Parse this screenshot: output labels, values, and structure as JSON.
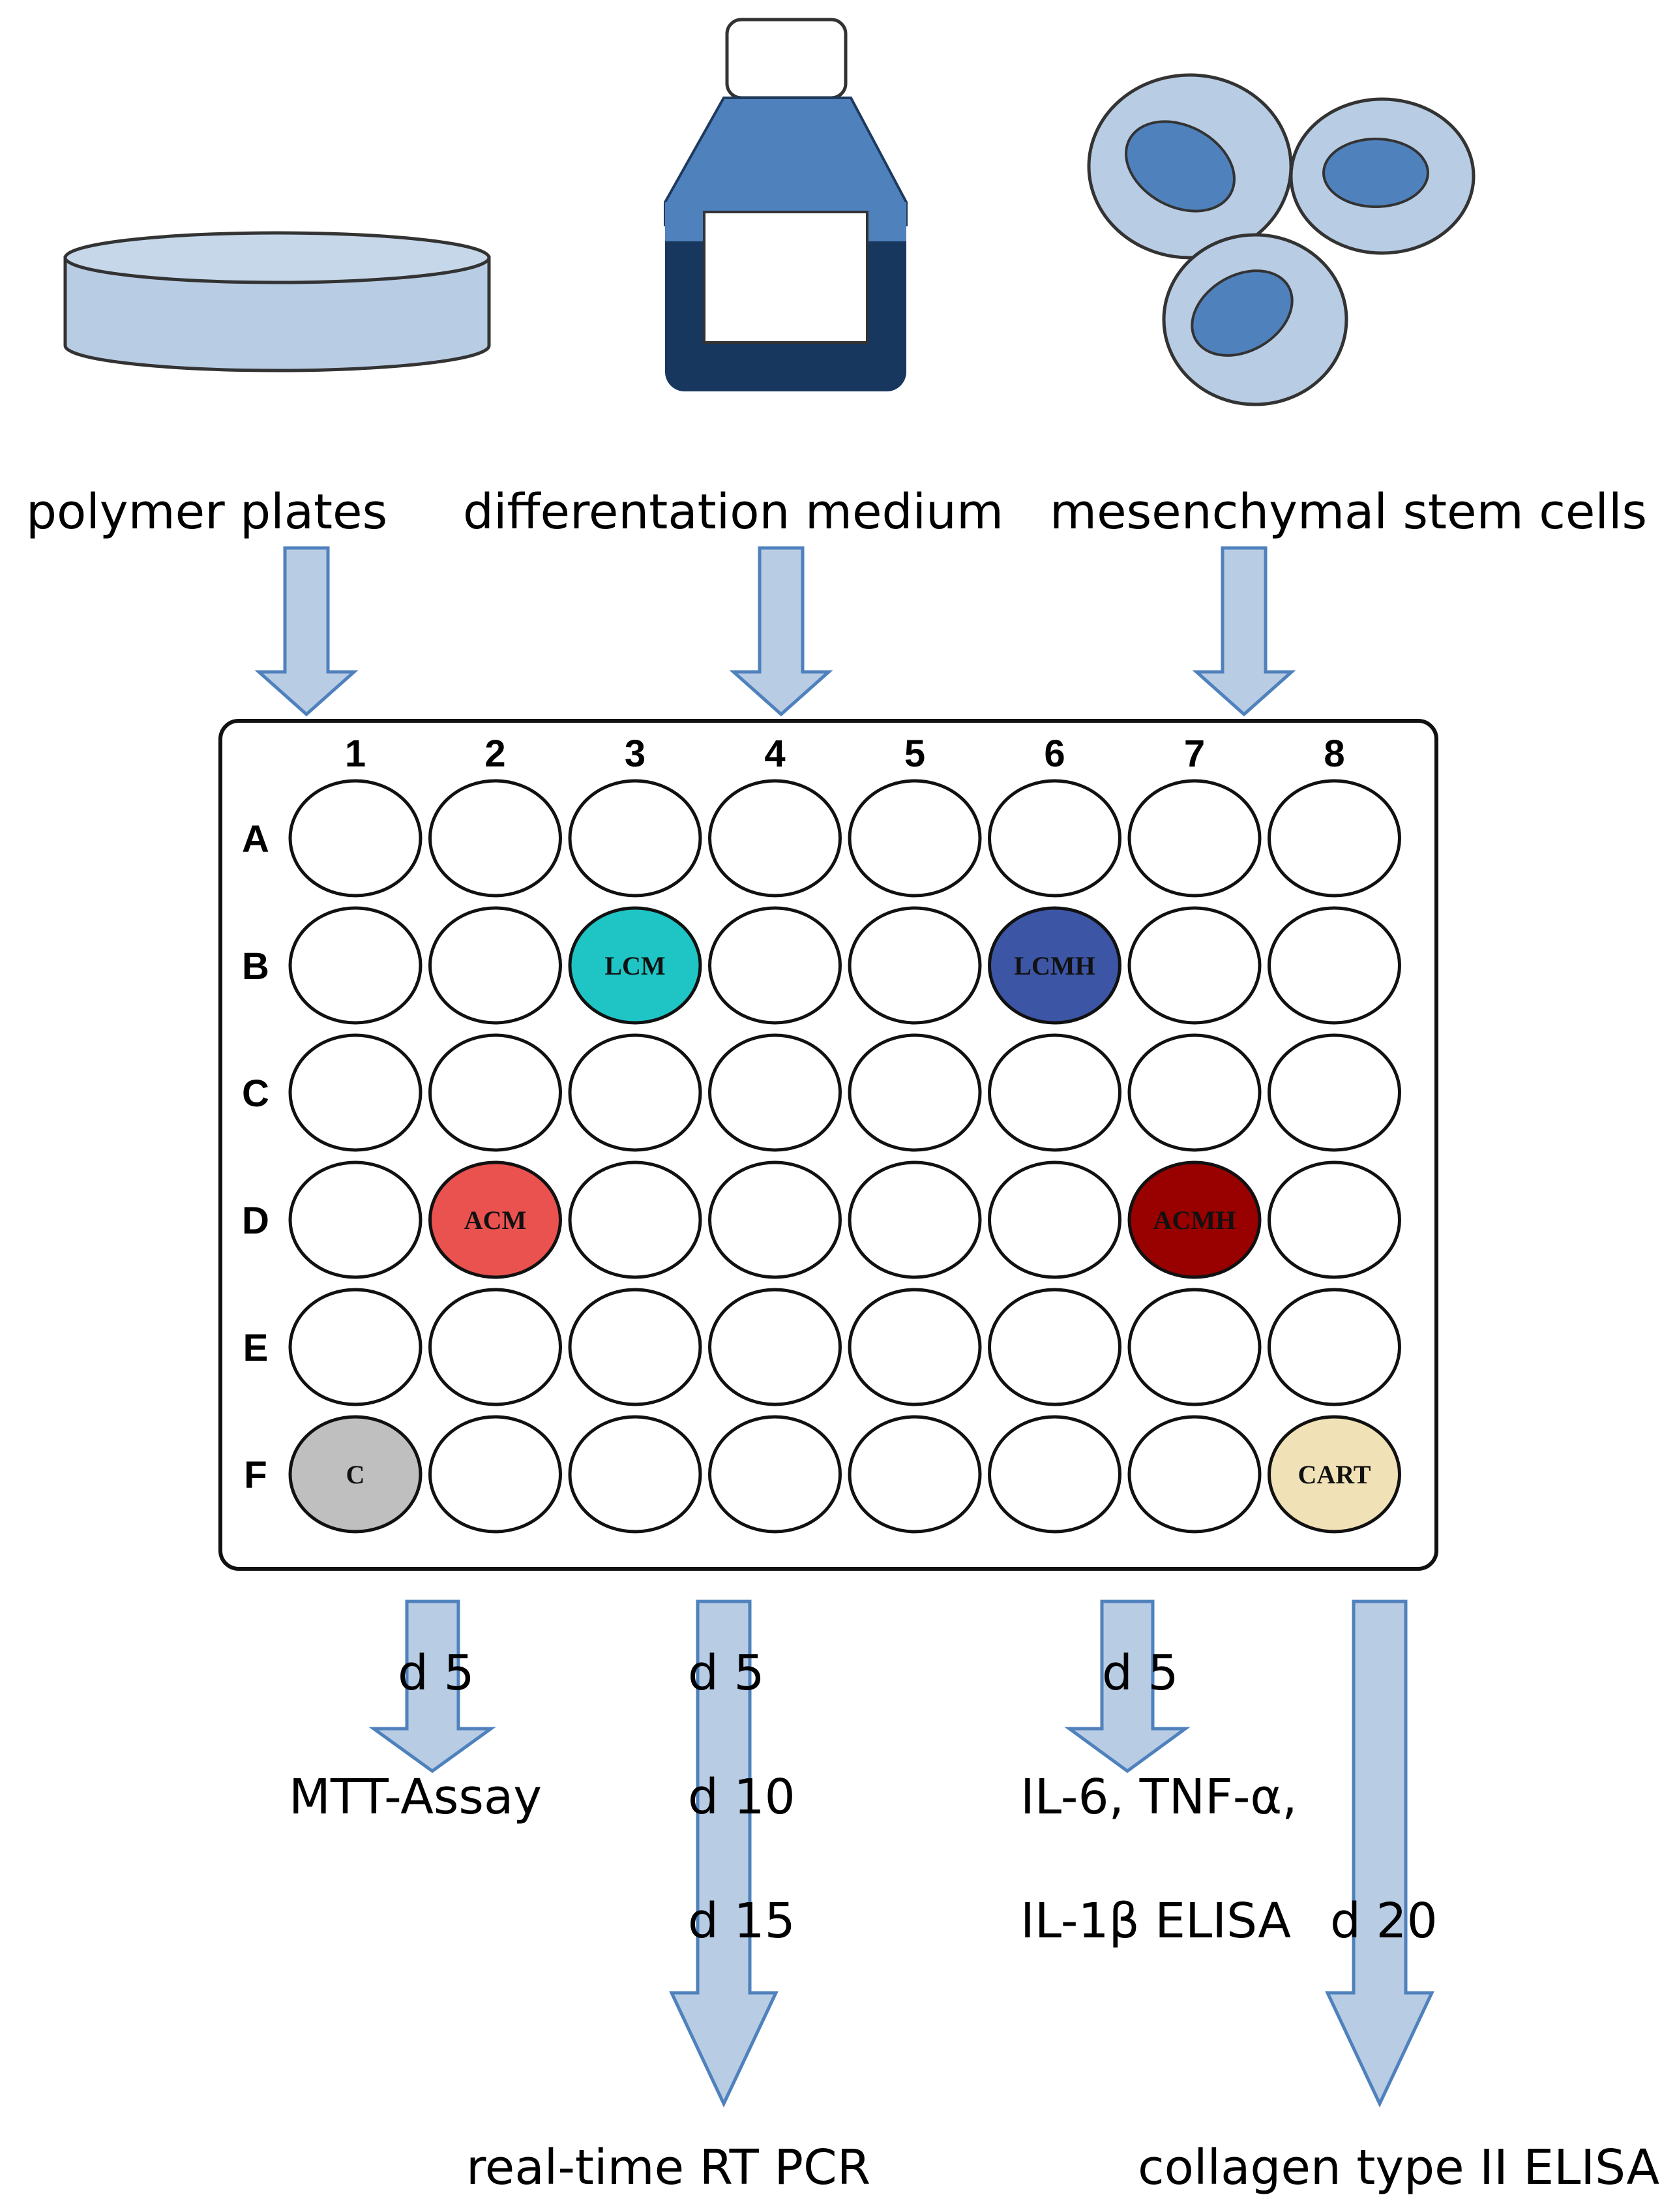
{
  "colors": {
    "light_blue": "#b8cce4",
    "mid_blue": "#4f81bd",
    "dark_navy": "#17375e",
    "outline": "#333333",
    "arrow_fill": "#b8cce4",
    "arrow_stroke": "#4f81bd"
  },
  "inputs": [
    {
      "id": "plates",
      "label": "polymer plates",
      "icon": "petri-dish-icon"
    },
    {
      "id": "medium",
      "label": "differentation medium",
      "icon": "culture-bottle-icon"
    },
    {
      "id": "cells",
      "label": "mesenchymal stem cells",
      "icon": "stem-cells-icon"
    }
  ],
  "plate": {
    "columns": [
      "1",
      "2",
      "3",
      "4",
      "5",
      "6",
      "7",
      "8"
    ],
    "rows": [
      "A",
      "B",
      "C",
      "D",
      "E",
      "F"
    ],
    "marked_wells": [
      {
        "row": "B",
        "col": "3",
        "label": "LCM",
        "fill": "#1fc5c5"
      },
      {
        "row": "B",
        "col": "6",
        "label": "LCMH",
        "fill": "#3c55a5"
      },
      {
        "row": "D",
        "col": "2",
        "label": "ACM",
        "fill": "#e9524f"
      },
      {
        "row": "D",
        "col": "7",
        "label": "ACMH",
        "fill": "#990000"
      },
      {
        "row": "F",
        "col": "1",
        "label": "C",
        "fill": "#bfbfbf"
      },
      {
        "row": "F",
        "col": "8",
        "label": "CART",
        "fill": "#f0e2b6"
      }
    ]
  },
  "outputs": {
    "mtt": {
      "days": [
        "d 5"
      ],
      "result": "MTT-Assay"
    },
    "pcr": {
      "days": [
        "d 5",
        "d 10",
        "d 15"
      ],
      "result": "real-time RT PCR"
    },
    "elisa": {
      "days": [
        "d 5"
      ],
      "result_line1": "IL-6, TNF-α,",
      "result_line2": "IL-1β ELISA"
    },
    "collagen": {
      "days": [
        "d 20"
      ],
      "result": "collagen type II ELISA"
    }
  }
}
